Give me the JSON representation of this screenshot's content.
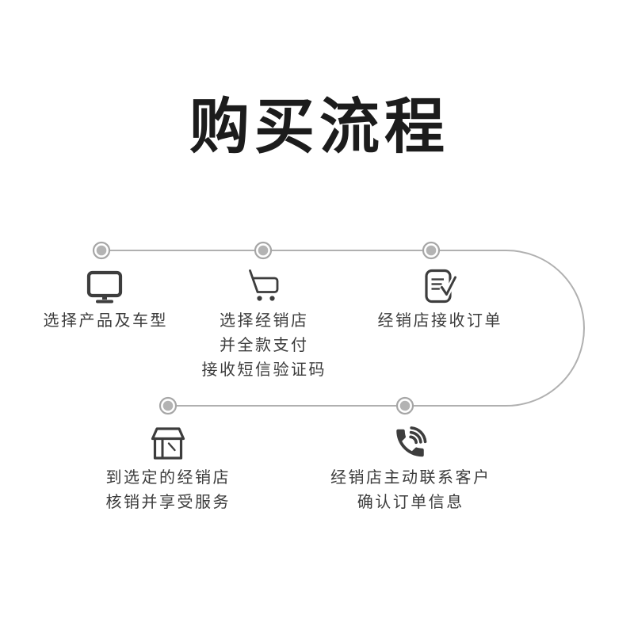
{
  "title": "购买流程",
  "flow": {
    "steps": [
      {
        "id": 1,
        "icon": "monitor-icon",
        "lines": [
          "选择产品及车型"
        ]
      },
      {
        "id": 2,
        "icon": "cart-icon",
        "lines": [
          "选择经销店",
          "并全款支付",
          "接收短信验证码"
        ]
      },
      {
        "id": 3,
        "icon": "order-check-icon",
        "lines": [
          "经销店接收订单"
        ]
      },
      {
        "id": 4,
        "icon": "store-icon",
        "lines": [
          "到选定的经销店",
          "核销并享受服务"
        ]
      },
      {
        "id": 5,
        "icon": "phone-call-icon",
        "lines": [
          "经销店主动联系客户",
          "确认订单信息"
        ]
      }
    ]
  },
  "colors": {
    "background": "#ffffff",
    "title_text": "#1c1c1c",
    "step_text": "#3c3c3c",
    "icon": "#3d3d3d",
    "line": "#b0b0b0",
    "node_ring": "#a6a6a6",
    "node_dot": "#b3b3b3"
  }
}
